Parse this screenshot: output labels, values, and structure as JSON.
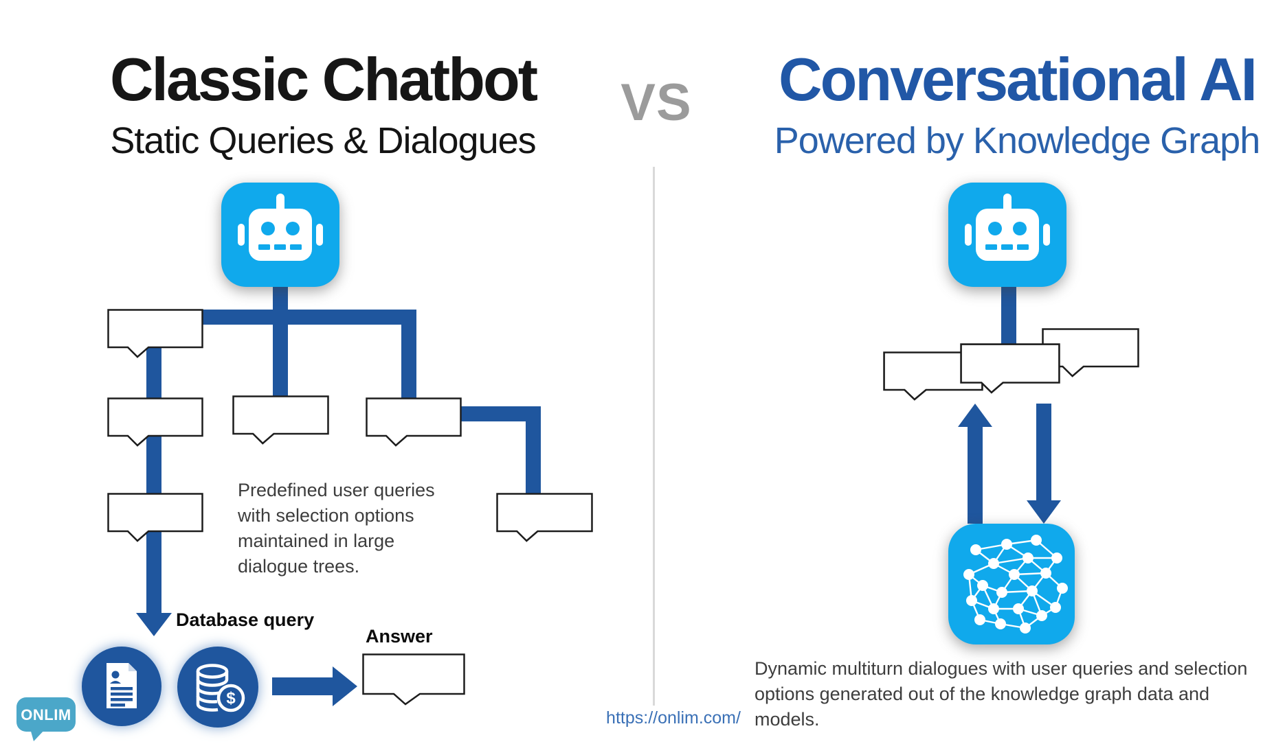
{
  "header": {
    "left_title": "Classic Chatbot",
    "left_subtitle": "Static Queries & Dialogues",
    "vs": "VS",
    "right_title": "Conversational AI",
    "right_subtitle": "Powered by Knowledge Graph"
  },
  "left_panel": {
    "description": "Predefined user queries with selection options maintained in large dialogue trees.",
    "database_query_label": "Database query",
    "answer_label": "Answer",
    "dollar_sign": "$",
    "icons": {
      "robot": "robot-icon",
      "document": "document-record-icon",
      "coins": "database-coins-icon"
    }
  },
  "right_panel": {
    "description": "Dynamic multiturn dialogues with user queries and selection options generated out of the knowledge graph data and models.",
    "icons": {
      "robot": "robot-icon",
      "knowledge_graph": "knowledge-graph-icon"
    }
  },
  "footer": {
    "logo_text": "ONLIM",
    "url": "https://onlim.com/"
  },
  "colors": {
    "icon_cyan": "#10a9ec",
    "connector_blue": "#1f569e",
    "title_blue": "#2157a6",
    "vs_gray": "#9b9b9b",
    "body_text": "#3d3d3d",
    "logo_teal": "#4ba7c9",
    "link_blue": "#3a70b6",
    "divider_gray": "#d9d9d9"
  }
}
